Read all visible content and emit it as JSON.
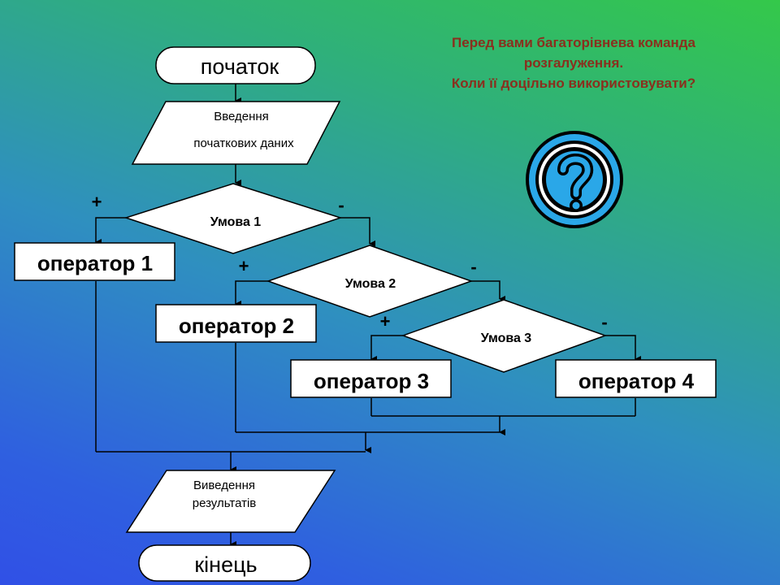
{
  "caption": {
    "line1": "Перед вами багаторівнева команда",
    "line2": "розгалуження.",
    "line3": "Коли її доцільно використовувати?"
  },
  "flowchart": {
    "start": "початок",
    "input_line1": "Введення",
    "input_line2": "початкових даних",
    "condition1": "Умова 1",
    "condition2": "Умова 2",
    "condition3": "Умова 3",
    "operator1": "оператор 1",
    "operator2": "оператор 2",
    "operator3": "оператор 3",
    "operator4": "оператор 4",
    "output_line1": "Виведення",
    "output_line2": "результатів",
    "end": "кінець",
    "plus": "+",
    "minus": "-"
  },
  "icon": "question-mark-icon",
  "colors": {
    "caption_text": "#8a2f1e",
    "icon_fill": "#2aa7e8"
  }
}
